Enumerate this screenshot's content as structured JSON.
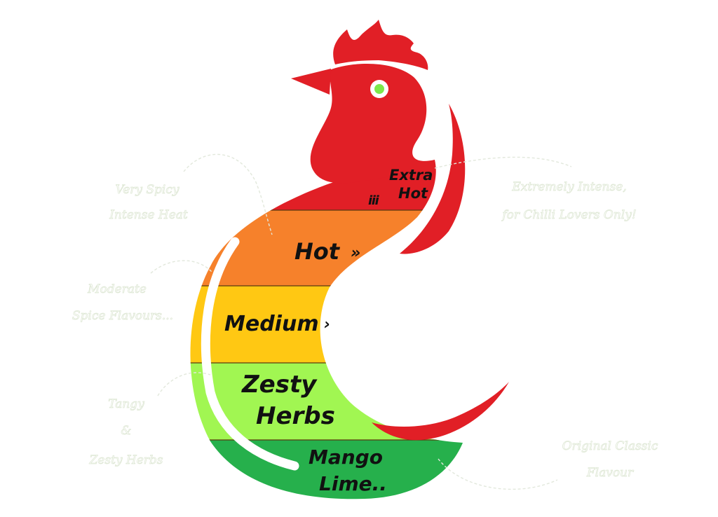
{
  "colors": {
    "extra_hot": "#e11f26",
    "hot": "#f6812b",
    "medium": "#ffc813",
    "zesty_herbs": "#a1f652",
    "mango_lime": "#26b04c",
    "eye": "#7de84a"
  },
  "levels": [
    {
      "label_line1": "Extra",
      "label_line2": "Hot",
      "icon": "three-chillies-icon"
    },
    {
      "label_line1": "Hot",
      "label_line2": "",
      "icon": "two-chillies-icon"
    },
    {
      "label_line1": "Medium",
      "label_line2": "",
      "icon": "one-chilli-icon"
    },
    {
      "label_line1": "Zesty",
      "label_line2": "Herbs",
      "icon": ""
    },
    {
      "label_line1": "Mango",
      "label_line2": "Lime..",
      "icon": ""
    }
  ],
  "annotations": {
    "very_spicy": [
      "Very Spicy",
      "Intense Heat"
    ],
    "extremely_intense": [
      "Extremely Intense,",
      "for Chilli Lovers Only!"
    ],
    "moderate": [
      "Moderate",
      "Spice Flavours..."
    ],
    "tangy": [
      "Tangy",
      "&",
      "Zesty Herbs"
    ],
    "original": [
      "Original Classic",
      "Flavour"
    ]
  }
}
